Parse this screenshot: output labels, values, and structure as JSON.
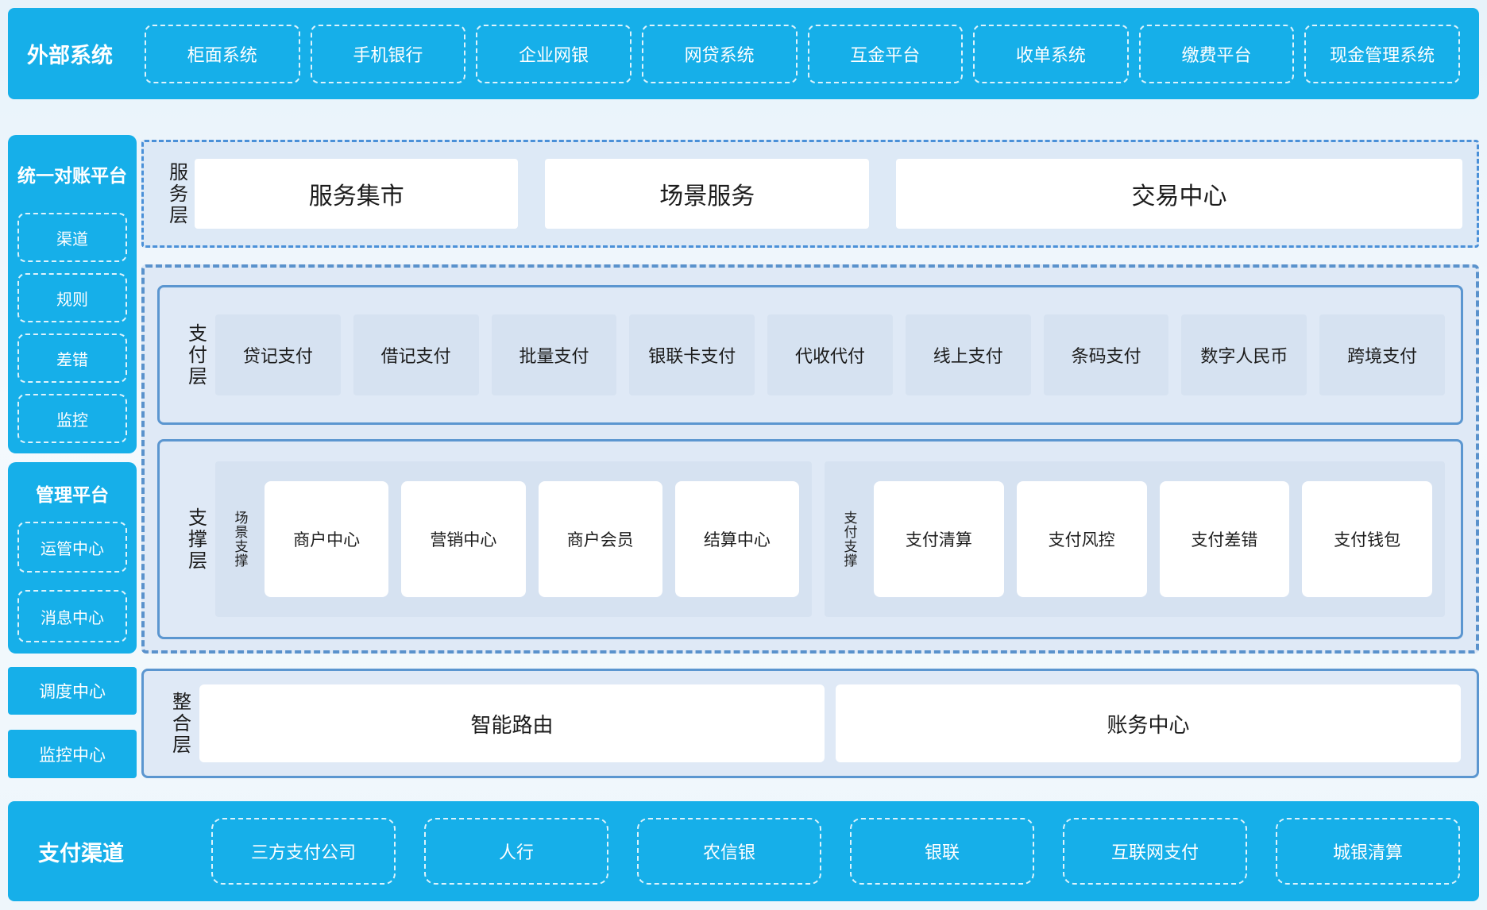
{
  "colors": {
    "accent_blue": "#16afe9",
    "panel_bg": "#dfe9f6",
    "chip_bg": "#d6e2f1",
    "border_solid": "#5b96d0",
    "border_dashed": "#5a92cc",
    "border_dashdot": "#4a90d8",
    "text_dark": "#1c1c1c",
    "text_light": "#ffffff"
  },
  "top_bar": {
    "title": "外部系统",
    "items": [
      "柜面系统",
      "手机银行",
      "企业网银",
      "网贷系统",
      "互金平台",
      "收单系统",
      "缴费平台",
      "现金管理系统"
    ]
  },
  "left": {
    "reconciliation": {
      "title": "统一对账平台",
      "items": [
        "渠道",
        "规则",
        "差错",
        "监控"
      ]
    },
    "management": {
      "title": "管理平台",
      "items": [
        "运管中心",
        "消息中心"
      ]
    },
    "standalone": [
      "调度中心",
      "监控中心"
    ]
  },
  "layers": {
    "service": {
      "label": "服务层",
      "items": [
        "服务集市",
        "场景服务",
        "交易中心"
      ]
    },
    "payment": {
      "label": "支付层",
      "items": [
        "贷记支付",
        "借记支付",
        "批量支付",
        "银联卡支付",
        "代收代付",
        "线上支付",
        "条码支付",
        "数字人民币",
        "跨境支付"
      ]
    },
    "support": {
      "label": "支撑层",
      "groups": [
        {
          "label": "场景支撑",
          "items": [
            "商户中心",
            "营销中心",
            "商户会员",
            "结算中心"
          ]
        },
        {
          "label": "支付支撑",
          "items": [
            "支付清算",
            "支付风控",
            "支付差错",
            "支付钱包"
          ]
        }
      ]
    },
    "integration": {
      "label": "整合层",
      "items": [
        "智能路由",
        "账务中心"
      ]
    }
  },
  "bottom_bar": {
    "title": "支付渠道",
    "items": [
      "三方支付公司",
      "人行",
      "农信银",
      "银联",
      "互联网支付",
      "城银清算"
    ]
  }
}
